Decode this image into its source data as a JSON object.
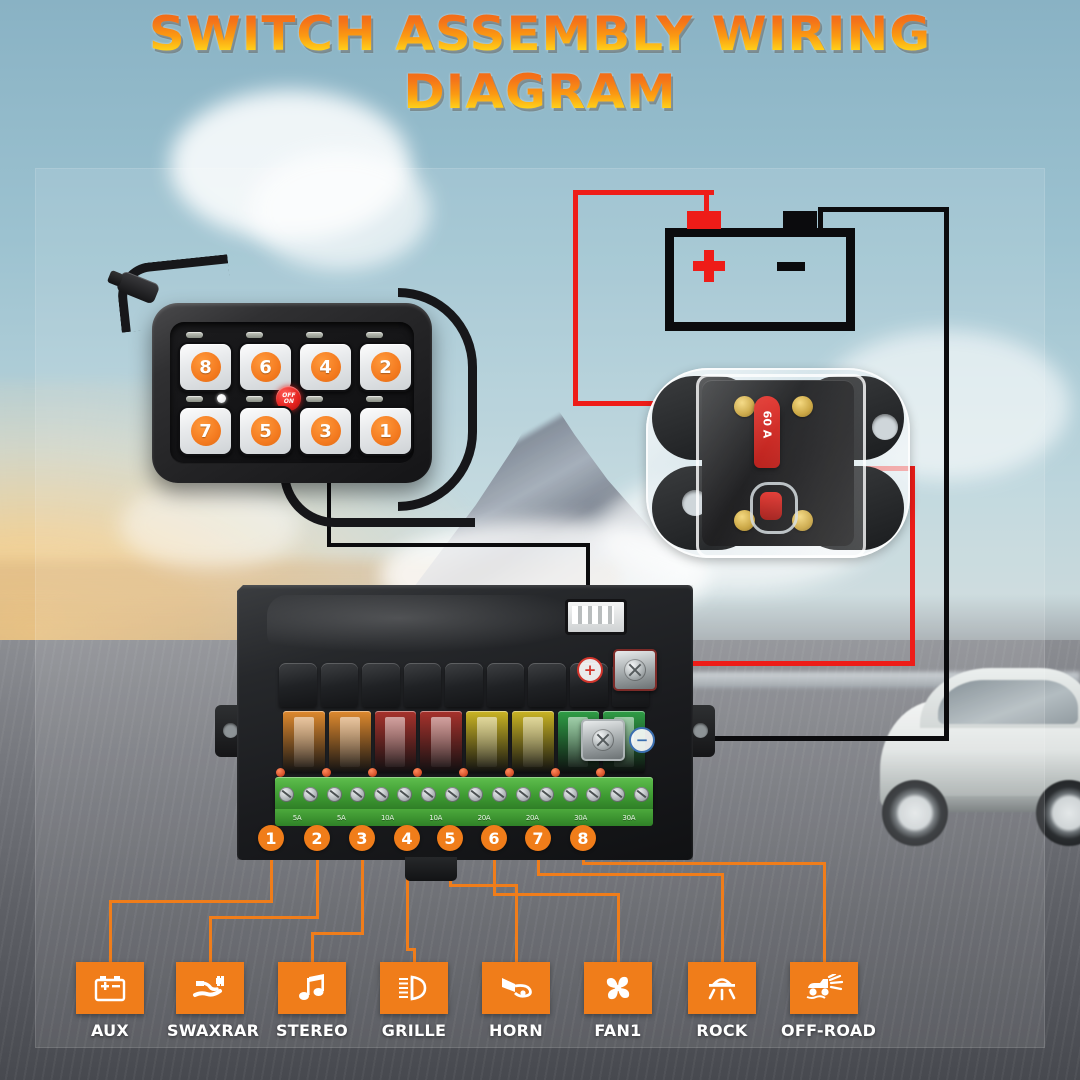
{
  "title": {
    "line1": "SWITCH ASSEMBLY WIRING",
    "line2": "DIAGRAM",
    "gradient_from": "#f0620f",
    "gradient_to": "#ffe45c"
  },
  "switch_panel": {
    "name": "8-gang switch panel",
    "rows": [
      [
        "8",
        "6",
        "4",
        "2"
      ],
      [
        "7",
        "5",
        "3",
        "1"
      ]
    ],
    "power_button": {
      "top": "OFF",
      "bottom": "ON"
    }
  },
  "battery": {
    "positive": "+",
    "negative": "-",
    "positive_color": "#ee1c18",
    "negative_color": "#0b0b0d"
  },
  "breaker": {
    "rating": "60 A",
    "lever_color": "#e2312a"
  },
  "control_box": {
    "positive_mark": "+",
    "negative_mark": "−",
    "fuses": [
      {
        "rating": "5A",
        "color": "#e08a2e"
      },
      {
        "rating": "5A",
        "color": "#e08a2e"
      },
      {
        "rating": "10A",
        "color": "#a8322c"
      },
      {
        "rating": "10A",
        "color": "#a8322c"
      },
      {
        "rating": "20A",
        "color": "#cbb524"
      },
      {
        "rating": "20A",
        "color": "#cbb524"
      },
      {
        "rating": "30A",
        "color": "#2f9e45"
      },
      {
        "rating": "30A",
        "color": "#2f9e45"
      }
    ],
    "terminal_labels": [
      "5A",
      "5A",
      "10A",
      "10A",
      "20A",
      "20A",
      "30A",
      "30A"
    ]
  },
  "callouts": [
    "1",
    "2",
    "3",
    "4",
    "5",
    "6",
    "7",
    "8"
  ],
  "legend": {
    "accent_color": "#f07d1a",
    "items": [
      {
        "number": "1",
        "label": "AUX",
        "icon": "battery-icon"
      },
      {
        "number": "2",
        "label": "SWAXRAR",
        "icon": "suspension-icon"
      },
      {
        "number": "3",
        "label": "STEREO",
        "icon": "music-note-icon"
      },
      {
        "number": "4",
        "label": "GRILLE",
        "icon": "light-beam-icon"
      },
      {
        "number": "5",
        "label": "HORN",
        "icon": "horn-icon"
      },
      {
        "number": "6",
        "label": "FAN1",
        "icon": "fan-icon"
      },
      {
        "number": "7",
        "label": "ROCK",
        "icon": "rock-light-icon"
      },
      {
        "number": "8",
        "label": "OFF-ROAD",
        "icon": "offroad-truck-icon"
      }
    ]
  },
  "wiring": {
    "battery_positive_to_breaker": "#ee1c18",
    "breaker_to_box_positive": "#ee1c18",
    "battery_negative_to_box_negative": "#0b0b0d",
    "panel_to_box_signal": "#0b0b0d"
  }
}
